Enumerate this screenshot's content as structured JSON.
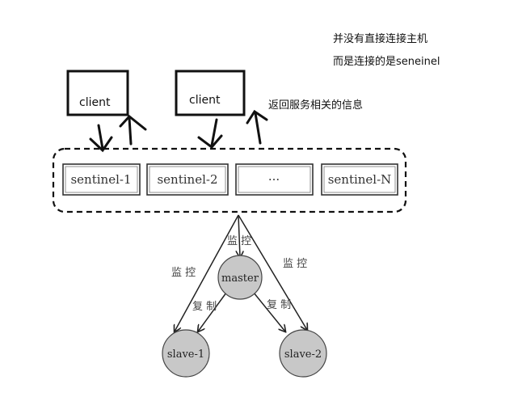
{
  "notes": {
    "line1": "并没有直接连接主机",
    "line2": "而是连接的是seneinel",
    "return_info": "返回服务相关的信息"
  },
  "clients": [
    {
      "label": "client"
    },
    {
      "label": "client"
    }
  ],
  "sentinels": [
    {
      "label": "sentinel-1"
    },
    {
      "label": "sentinel-2"
    },
    {
      "label": "···"
    },
    {
      "label": "sentinel-N"
    }
  ],
  "master": {
    "label": "master"
  },
  "slaves": [
    {
      "label": "slave-1"
    },
    {
      "label": "slave-2"
    }
  ],
  "edge_labels": {
    "monitor_left": "监 控",
    "monitor_center": "监 控",
    "monitor_right": "监 控",
    "replicate_left": "复 制",
    "replicate_right": "复 制"
  },
  "colors": {
    "node_fill": "#c8c8c8",
    "stroke": "#222222",
    "background": "#ffffff"
  }
}
